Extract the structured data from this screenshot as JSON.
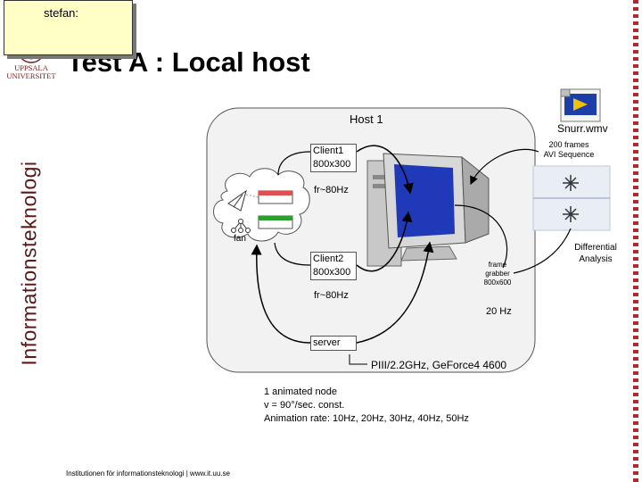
{
  "slide": {
    "title": "Test A : Local host",
    "department": "Informationsteknologi",
    "footer": "Institutionen för informationsteknologi | www.it.uu.se",
    "university": [
      "UPPSALA",
      "UNIVERSITET"
    ]
  },
  "note": {
    "author": "stefan:"
  },
  "diagram": {
    "host_label": "Host 1",
    "client1": {
      "name": "Client1",
      "resolution": "800x300",
      "rate": "fr~80Hz"
    },
    "client2": {
      "name": "Client2",
      "resolution": "800x300",
      "rate": "fr~80Hz"
    },
    "fan_label": "fan",
    "server_label": "server",
    "server_spec": "PIII/2.2GHz, GeForce4 4600",
    "frame_grabber": [
      "frame",
      "grabber",
      "800x600"
    ],
    "grabber_rate": "20 Hz",
    "video_file": "Snurr.wmv",
    "sequence": [
      "200 frames",
      "AVI Sequence"
    ],
    "analysis": [
      "Differential",
      "Analysis"
    ],
    "animation": {
      "line1": "1 animated node",
      "line2": "v = 90°/sec. const.",
      "line3": "Animation rate: 10Hz, 20Hz, 30Hz, 40Hz, 50Hz"
    }
  },
  "colors": {
    "sidebar": "#ffffff",
    "edge": "#b22a2a",
    "note": "#ffffc6",
    "host_fill": "#f2f2f2",
    "monitor_screen": "#1f39b8"
  }
}
